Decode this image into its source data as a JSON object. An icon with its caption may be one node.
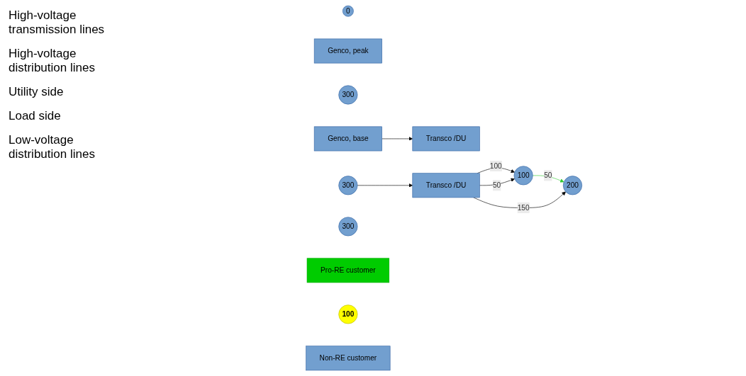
{
  "diagram": {
    "nodes": [
      {
        "text": [
          "0"
        ]
      },
      {
        "text": [
          "Genco, peak"
        ]
      },
      {
        "text": [
          "300"
        ]
      },
      {
        "text": [
          "Genco, base"
        ]
      },
      {
        "text": [
          "300"
        ]
      },
      {
        "text": [
          "Transco /DU"
        ]
      },
      {
        "text": [
          "300"
        ]
      },
      {
        "text": [
          "Transco /DU"
        ]
      },
      {
        "text": [
          "100"
        ]
      },
      {
        "text": [
          "Pro-RE customer"
        ]
      },
      {
        "text": [
          "100"
        ]
      },
      {
        "text": [
          "200"
        ]
      },
      {
        "text": [
          "Non-RE customer"
        ]
      }
    ],
    "edges": [
      {
        "from": 3,
        "to": 5,
        "arrow": "to"
      },
      {
        "from": 4,
        "to": 7,
        "arrow": "to"
      },
      {
        "from": 7,
        "to": 8,
        "label": "100",
        "arrow": "to"
      },
      {
        "from": 7,
        "to": 8,
        "label": "50",
        "arrow": "to"
      },
      {
        "from": 8,
        "to": 11,
        "label": "50",
        "arrow": "to",
        "color": "#33cc33"
      },
      {
        "from": 7,
        "to": 11,
        "label": "150",
        "arrow": "to"
      }
    ],
    "labels": [
      "High-voltage transmission lines",
      "High-voltage distribution lines",
      "Utility side",
      "Load side",
      "Low-voltage distribution lines"
    ]
  }
}
